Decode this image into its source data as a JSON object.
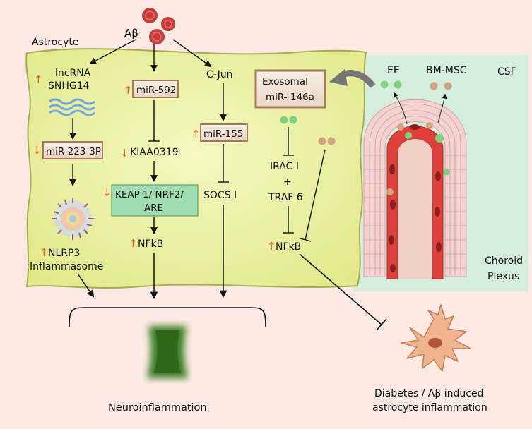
{
  "labels": {
    "astrocyte": "Astrocyte",
    "abeta": "Aβ",
    "csf": "CSF",
    "ee": "EE",
    "bm_msc": "BM-MSC",
    "choroid_line1": "Choroid",
    "choroid_line2": "Plexus",
    "lncrna_line1": "lncRNA",
    "lncrna_line2": "SNHG14",
    "mir223": "miR-223-3P",
    "nlrp3_line1": "NLRP3",
    "nlrp3_line2": "Inflammasome",
    "mir592": "miR-592",
    "kiaa": "KIAA0319",
    "keap_line1": "KEAP 1/ NRF2/",
    "keap_line2": "ARE",
    "nfkb_mid": "NFkB",
    "cjun": "C-Jun",
    "mir155": "miR-155",
    "socs": "SOCS I",
    "exo_line1": "Exosomal",
    "exo_line2": "miR- 146a",
    "irac": "IRAC I",
    "plus": "+",
    "traf": "TRAF 6",
    "nfkb_right": "NFkB",
    "neuro": "Neuroinflammation",
    "diab_line1": "Diabetes / Aβ induced",
    "diab_line2": "astrocyte inflammation",
    "up_arrow": "↑",
    "down_arrow": "↓"
  },
  "colors": {
    "background": "#fbe9e3",
    "astrocyte_fill": "#eef0a0",
    "astrocyte_stroke": "#a8ac54",
    "csf_panel": "#d8efe0",
    "box_fill": "#f2e6dc",
    "box_stroke": "#a37a5c",
    "keap_fill": "#9fdcaf",
    "up_arrow": "#e8612c",
    "amyloid": "#d24a4a",
    "ee_dot": "#7ed27e",
    "msc_dot": "#d2a47e",
    "vessel": "#e0403b",
    "epithelium": "#f4c8c8",
    "astro_cell": "#eeb58f"
  }
}
